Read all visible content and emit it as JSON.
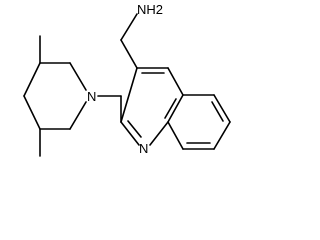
{
  "molecule": {
    "labels": {
      "amine": "NH2",
      "piperidine_n": "N",
      "quinoline_n": "N"
    },
    "line_color": "#000000",
    "background": "#ffffff"
  }
}
